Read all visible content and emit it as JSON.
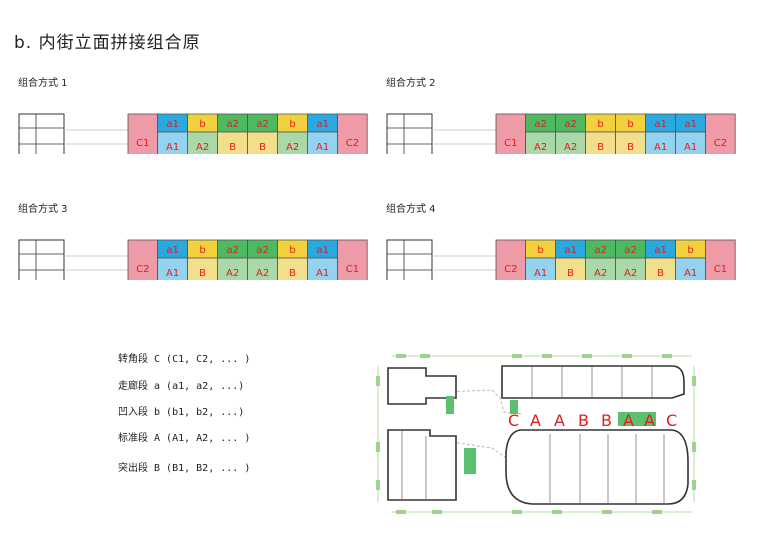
{
  "title": "b. 内街立面拼接组合原",
  "colors": {
    "C": "#ee9aa7",
    "a": "#29a9df",
    "A": "#93d3ef",
    "b": "#f2d23c",
    "B": "#f1df8c",
    "a2": "#4fb863",
    "A2": "#a9d9a9",
    "label_red": "#e61b1b",
    "ground": "#111111"
  },
  "groups": [
    {
      "label": "组合方式 1",
      "left": "C1",
      "right": "C2",
      "top": [
        "a1",
        "b",
        "a2",
        "a2",
        "b",
        "a1"
      ],
      "bottom": [
        "A1",
        "A2",
        "B",
        "B",
        "A2",
        "A1"
      ]
    },
    {
      "label": "组合方式 2",
      "left": "C1",
      "right": "C2",
      "top": [
        "a2",
        "a2",
        "b",
        "b",
        "a1",
        "a1"
      ],
      "bottom": [
        "A2",
        "A2",
        "B",
        "B",
        "A1",
        "A1"
      ]
    },
    {
      "label": "组合方式 3",
      "left": "C2",
      "right": "C1",
      "top": [
        "a1",
        "b",
        "a2",
        "a2",
        "b",
        "a1"
      ],
      "bottom": [
        "A1",
        "B",
        "A2",
        "A2",
        "B",
        "A1"
      ]
    },
    {
      "label": "组合方式 4",
      "left": "C2",
      "right": "C1",
      "top": [
        "b",
        "a1",
        "a2",
        "a2",
        "a1",
        "b"
      ],
      "bottom": [
        "A1",
        "B",
        "A2",
        "A2",
        "B",
        "A1"
      ]
    }
  ],
  "legend": [
    "转角段 C (C1, C2, ... )",
    "走廊段 a (a1, a2, ...)",
    "凹入段 b (b1, b2, ...)",
    "标准段 A (A1, A2, ... )",
    "突出段 B (B1, B2, ... )"
  ],
  "plan_labels": [
    "C",
    "A",
    "A",
    "B",
    "B",
    "A",
    "A",
    "C"
  ]
}
